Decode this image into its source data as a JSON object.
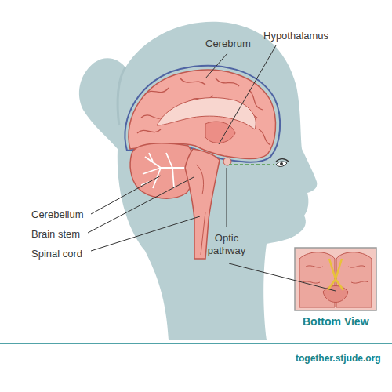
{
  "diagram": {
    "labels": [
      "Cerebrum",
      "Hypothalamus",
      "Cerebellum",
      "Brain stem",
      "Spinal cord",
      "Optic pathway",
      "Bottom View",
      "together.stjude.org"
    ]
  }
}
